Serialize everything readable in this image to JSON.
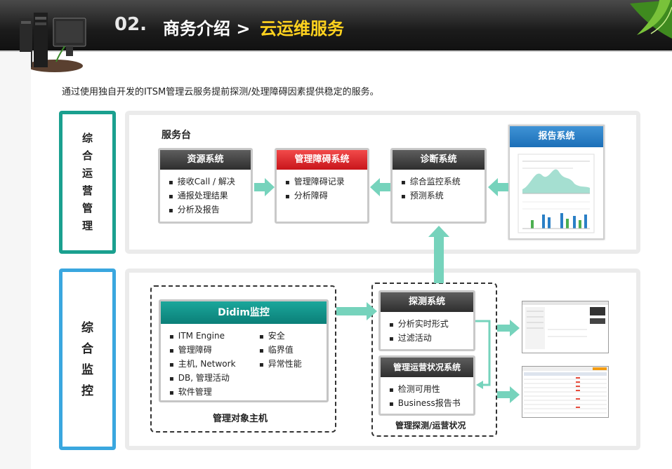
{
  "header": {
    "number": "02.",
    "section": "商务介绍 >",
    "title": "云运维服务"
  },
  "intro": "通过使用独自开发的ITSM管理云服务提前探测/处理障碍因素提供稳定的服务。",
  "sides": {
    "ops": [
      "综",
      "合",
      "运",
      "营",
      "管",
      "理"
    ],
    "monitor": [
      "综",
      "合",
      "监",
      "控"
    ]
  },
  "service_desk": {
    "title": "服务台",
    "resource": {
      "title": "资源系统",
      "items": [
        "接收Call / 解决",
        "通报处理结果",
        "分析及报告"
      ]
    },
    "fault": {
      "title": "管理障碍系统",
      "items": [
        "管理障碍记录",
        "分析障碍"
      ]
    },
    "diagnosis": {
      "title": "诊断系统",
      "items": [
        "综合监控系统",
        "预测系统"
      ]
    },
    "report": {
      "title": "报告系统"
    }
  },
  "monitoring": {
    "didim": {
      "title": "Didim监控",
      "col1": [
        "ITM Engine",
        "管理障碍",
        "主机, Network",
        "DB, 管理活动",
        "软件管理"
      ],
      "col2": [
        "安全",
        "临界值",
        "异常性能"
      ]
    },
    "group1_caption": "管理对象主机",
    "detect": {
      "title": "探测系统",
      "items": [
        "分析实时形式",
        "过滤活动"
      ]
    },
    "ops_status": {
      "title": "管理运营状况系统",
      "items": [
        "检测可用性",
        "Business报告书"
      ]
    },
    "group2_caption": "管理探测/运营状况"
  },
  "colors": {
    "header_accent": "#ffd21e",
    "teal": "#1aa08f",
    "blue": "#3aa7df",
    "arrow": "#76d3bc",
    "fault_red": "#d81e24",
    "report_blue": "#2a7fc6"
  }
}
